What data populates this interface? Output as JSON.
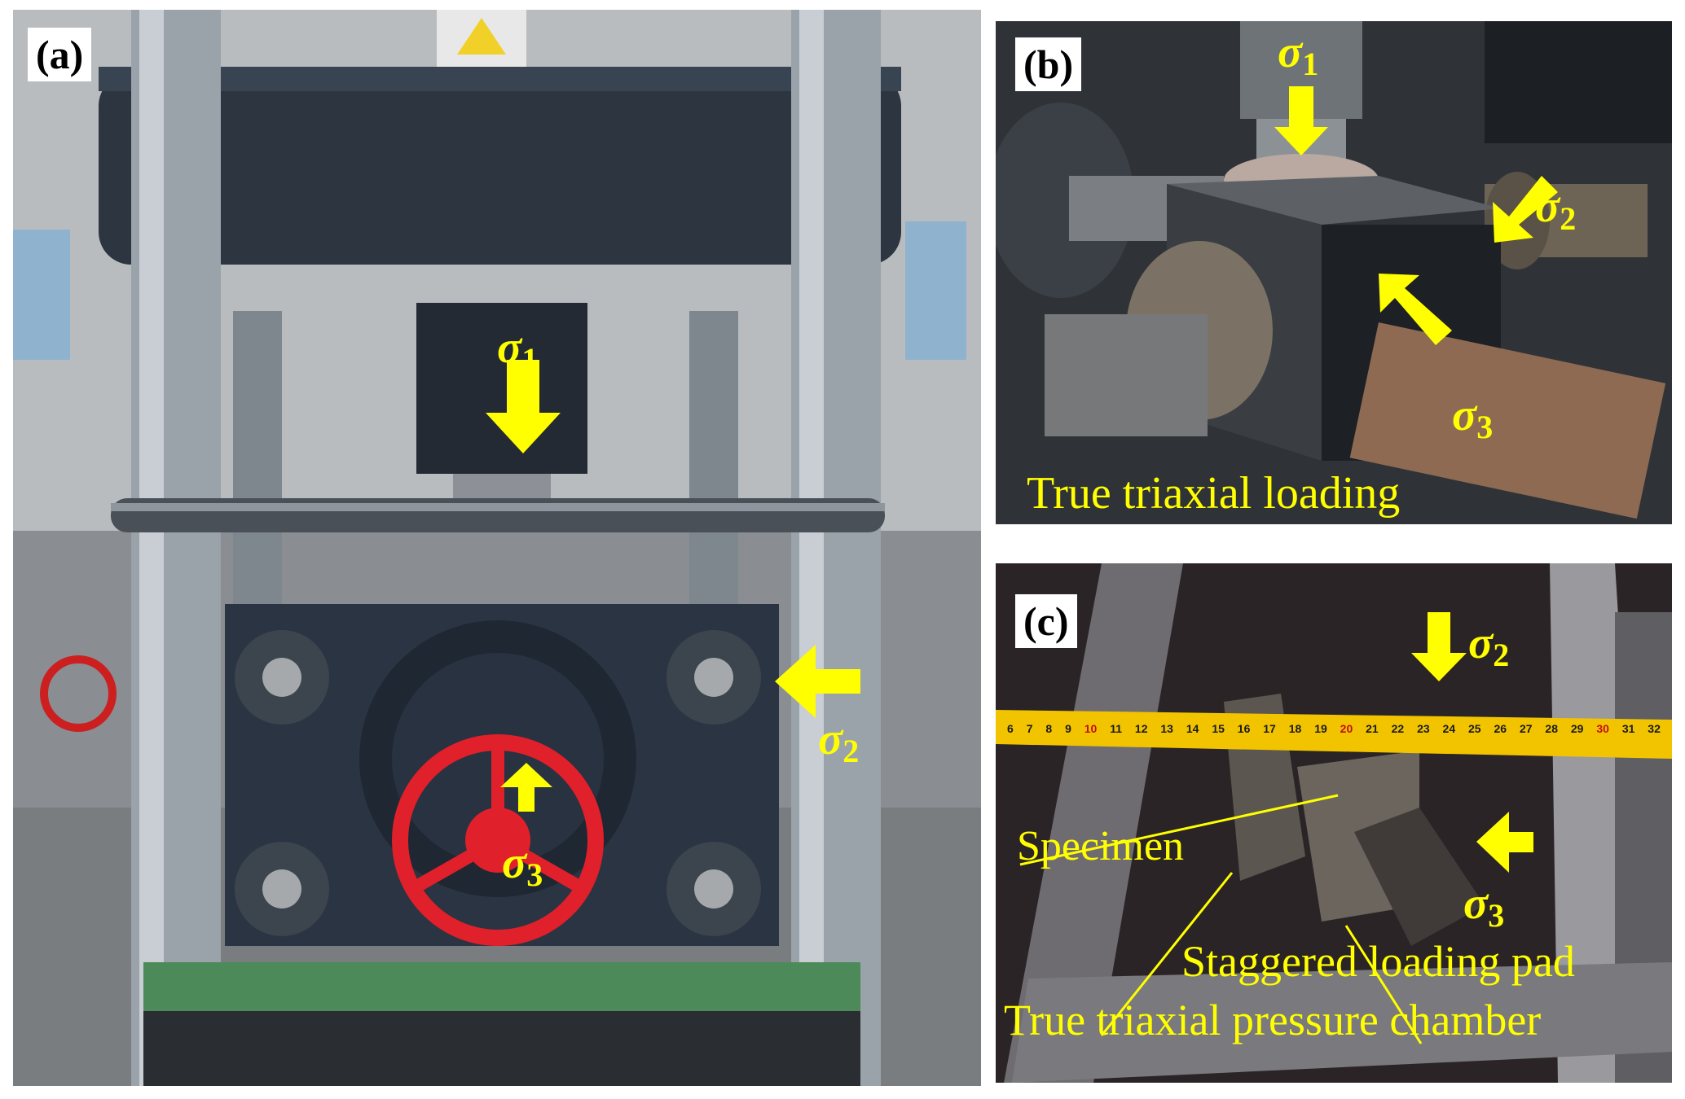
{
  "panels": {
    "a": {
      "tag": "(a)",
      "sigma1": "1",
      "sigma2": "2",
      "sigma3": "3",
      "sigma_symbol": "σ"
    },
    "b": {
      "tag": "(b)",
      "caption": "True triaxial loading",
      "sigma1": "1",
      "sigma2": "2",
      "sigma3": "3",
      "sigma_symbol": "σ"
    },
    "c": {
      "tag": "(c)",
      "sigma2": "2",
      "sigma3": "3",
      "sigma_symbol": "σ",
      "label_specimen": "Specimen",
      "label_pad": "Staggered loading pad",
      "label_chamber": "True triaxial pressure chamber",
      "tape_numbers": [
        "6",
        "7",
        "8",
        "9",
        "10",
        "11",
        "12",
        "13",
        "14",
        "15",
        "16",
        "17",
        "18",
        "19",
        "20",
        "21",
        "22",
        "23",
        "24",
        "25",
        "26",
        "27",
        "28",
        "29",
        "30",
        "31",
        "32"
      ]
    }
  },
  "colors": {
    "arrow": "#ffff00",
    "machine": "#2c3540",
    "wheel": "#e0202a",
    "tape": "#f2c400"
  }
}
